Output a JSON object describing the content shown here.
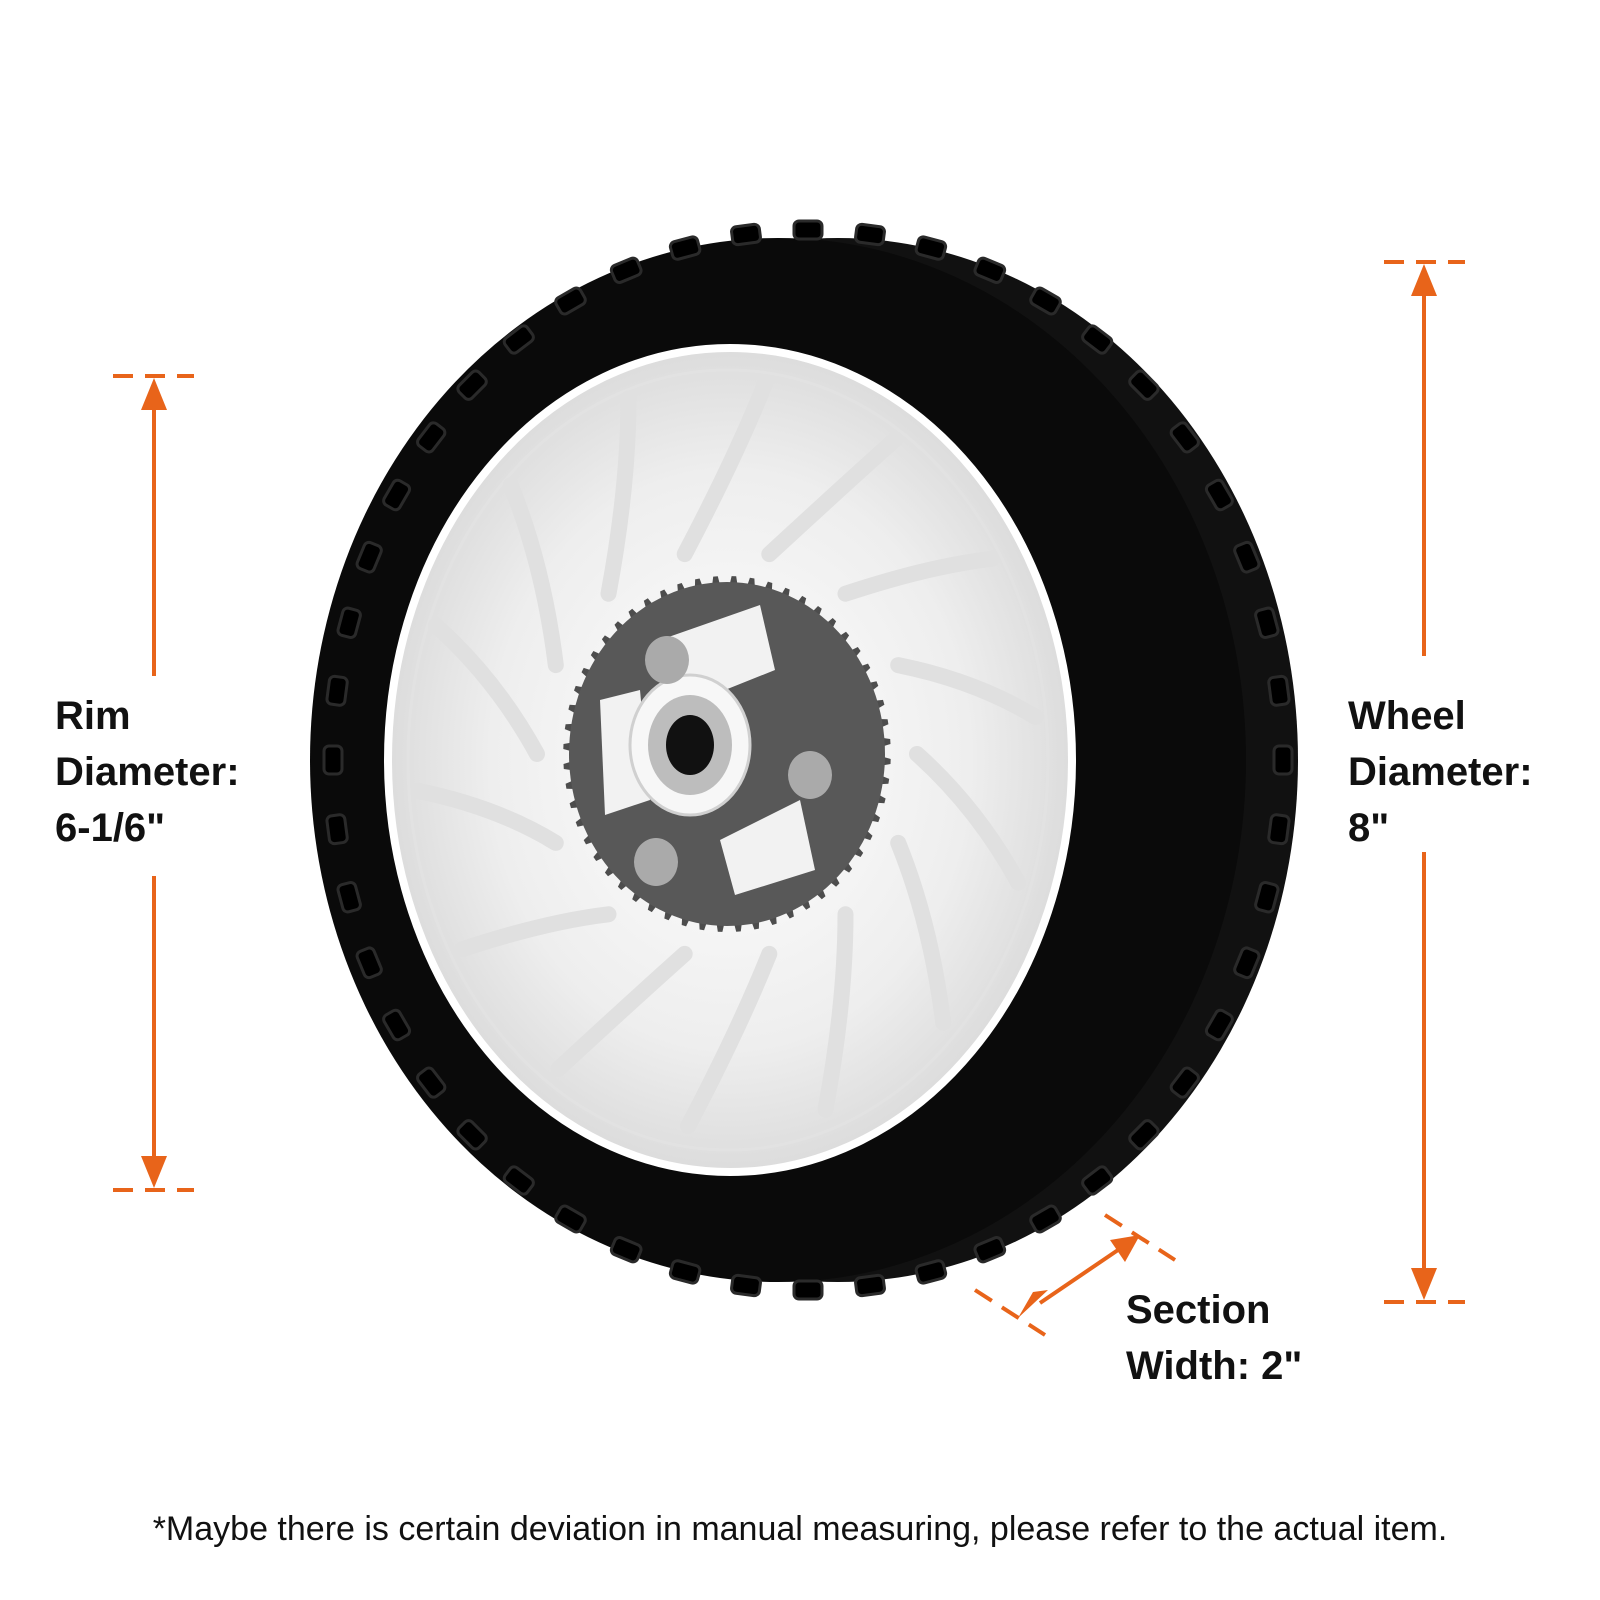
{
  "dimensions": {
    "rim": {
      "label_line1": "Rim",
      "label_line2": "Diameter:",
      "value": "6-1/6\""
    },
    "wheel": {
      "label_line1": "Wheel",
      "label_line2": "Diameter:",
      "value": "8\""
    },
    "section": {
      "label_line1": "Section",
      "label_line2": "Width: 2\""
    }
  },
  "note": "*Maybe there is certain deviation in manual measuring, please refer to the actual item.",
  "colors": {
    "accent": "#e8641a",
    "tire": "#0d0d0d",
    "rim": "#f4f4f4",
    "gear": "#555555",
    "text": "#111111"
  }
}
